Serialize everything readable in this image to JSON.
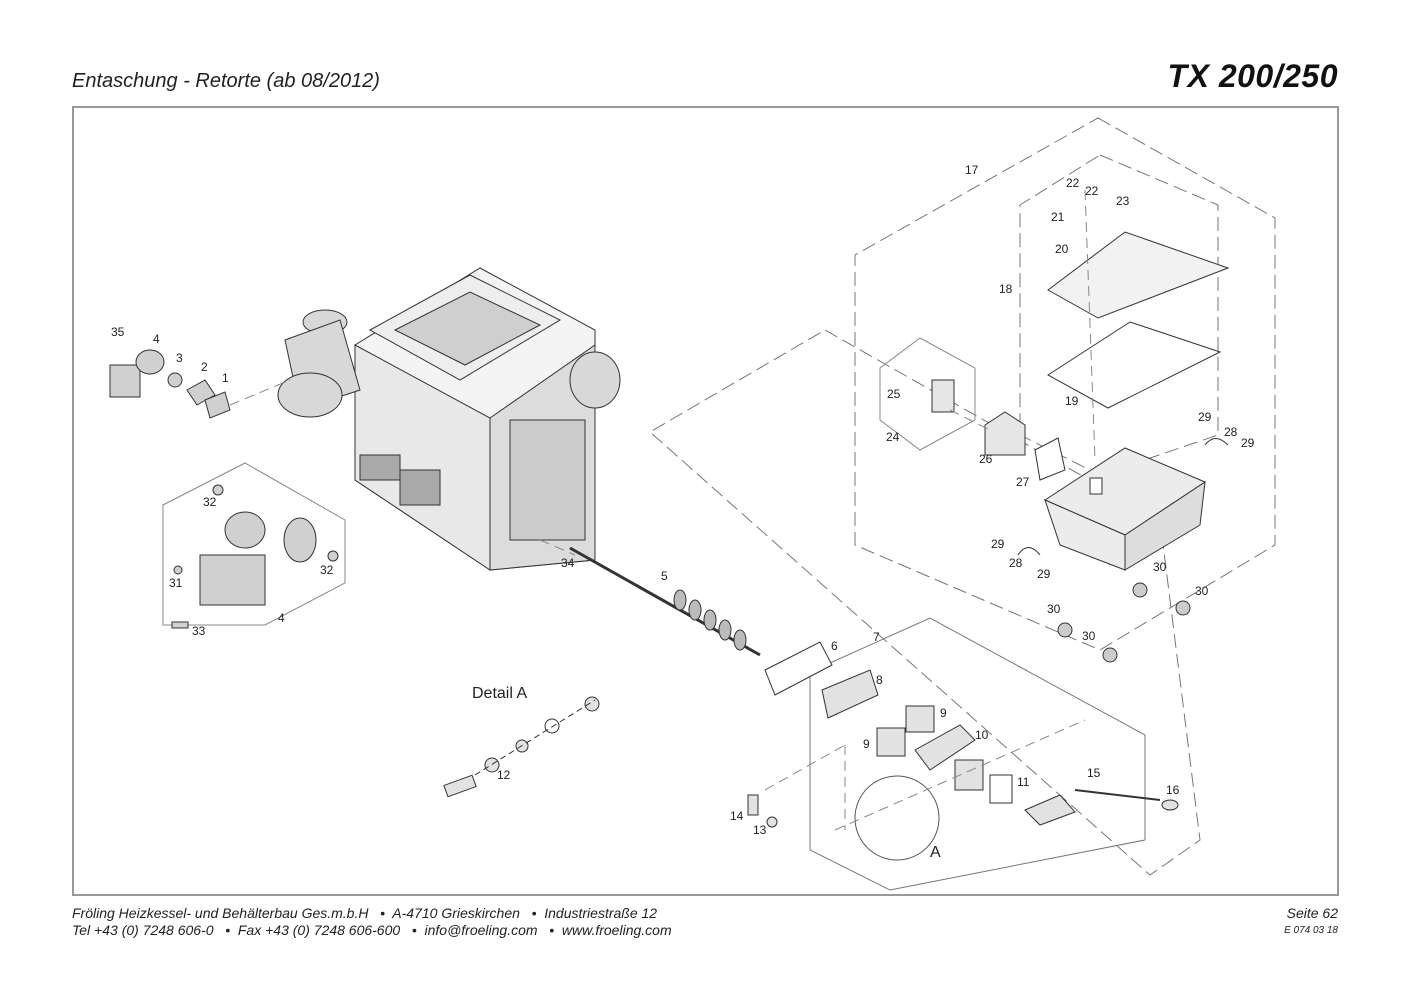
{
  "header": {
    "subtitle": "Entaschung - Retorte (ab 08/2012)",
    "model": "TX 200/250"
  },
  "diagram": {
    "detail_caption": "Detail A",
    "detail_marker": "A",
    "part_labels": [
      {
        "id": "lbl-35",
        "text": "35"
      },
      {
        "id": "lbl-4a",
        "text": "4"
      },
      {
        "id": "lbl-3",
        "text": "3"
      },
      {
        "id": "lbl-2",
        "text": "2"
      },
      {
        "id": "lbl-1",
        "text": "1"
      },
      {
        "id": "lbl-32a",
        "text": "32"
      },
      {
        "id": "lbl-32b",
        "text": "32"
      },
      {
        "id": "lbl-31",
        "text": "31"
      },
      {
        "id": "lbl-33",
        "text": "33"
      },
      {
        "id": "lbl-4b",
        "text": "4"
      },
      {
        "id": "lbl-34",
        "text": "34"
      },
      {
        "id": "lbl-5",
        "text": "5"
      },
      {
        "id": "lbl-6",
        "text": "6"
      },
      {
        "id": "lbl-7",
        "text": "7"
      },
      {
        "id": "lbl-8",
        "text": "8"
      },
      {
        "id": "lbl-9a",
        "text": "9"
      },
      {
        "id": "lbl-9b",
        "text": "9"
      },
      {
        "id": "lbl-10",
        "text": "10"
      },
      {
        "id": "lbl-11",
        "text": "11"
      },
      {
        "id": "lbl-12",
        "text": "12"
      },
      {
        "id": "lbl-13",
        "text": "13"
      },
      {
        "id": "lbl-14",
        "text": "14"
      },
      {
        "id": "lbl-15",
        "text": "15"
      },
      {
        "id": "lbl-16",
        "text": "16"
      },
      {
        "id": "lbl-17",
        "text": "17"
      },
      {
        "id": "lbl-18",
        "text": "18"
      },
      {
        "id": "lbl-19",
        "text": "19"
      },
      {
        "id": "lbl-20",
        "text": "20"
      },
      {
        "id": "lbl-21",
        "text": "21"
      },
      {
        "id": "lbl-22a",
        "text": "22"
      },
      {
        "id": "lbl-22b",
        "text": "22"
      },
      {
        "id": "lbl-23",
        "text": "23"
      },
      {
        "id": "lbl-24",
        "text": "24"
      },
      {
        "id": "lbl-25",
        "text": "25"
      },
      {
        "id": "lbl-26",
        "text": "26"
      },
      {
        "id": "lbl-27",
        "text": "27"
      },
      {
        "id": "lbl-28a",
        "text": "28"
      },
      {
        "id": "lbl-28b",
        "text": "28"
      },
      {
        "id": "lbl-29a",
        "text": "29"
      },
      {
        "id": "lbl-29b",
        "text": "29"
      },
      {
        "id": "lbl-29c",
        "text": "29"
      },
      {
        "id": "lbl-29d",
        "text": "29"
      },
      {
        "id": "lbl-30a",
        "text": "30"
      },
      {
        "id": "lbl-30b",
        "text": "30"
      },
      {
        "id": "lbl-30c",
        "text": "30"
      },
      {
        "id": "lbl-30d",
        "text": "30"
      }
    ]
  },
  "footer": {
    "line1": "Fröling Heizkessel- und Behälterbau Ges.m.b.H   •  A-4710 Grieskirchen   •  Industriestraße 12",
    "line2": "Tel +43 (0) 7248 606-0   •  Fax +43 (0) 7248 606-600   •  info@froeling.com   •  www.froeling.com",
    "page": "Seite 62",
    "code": "E 074 03 18"
  }
}
